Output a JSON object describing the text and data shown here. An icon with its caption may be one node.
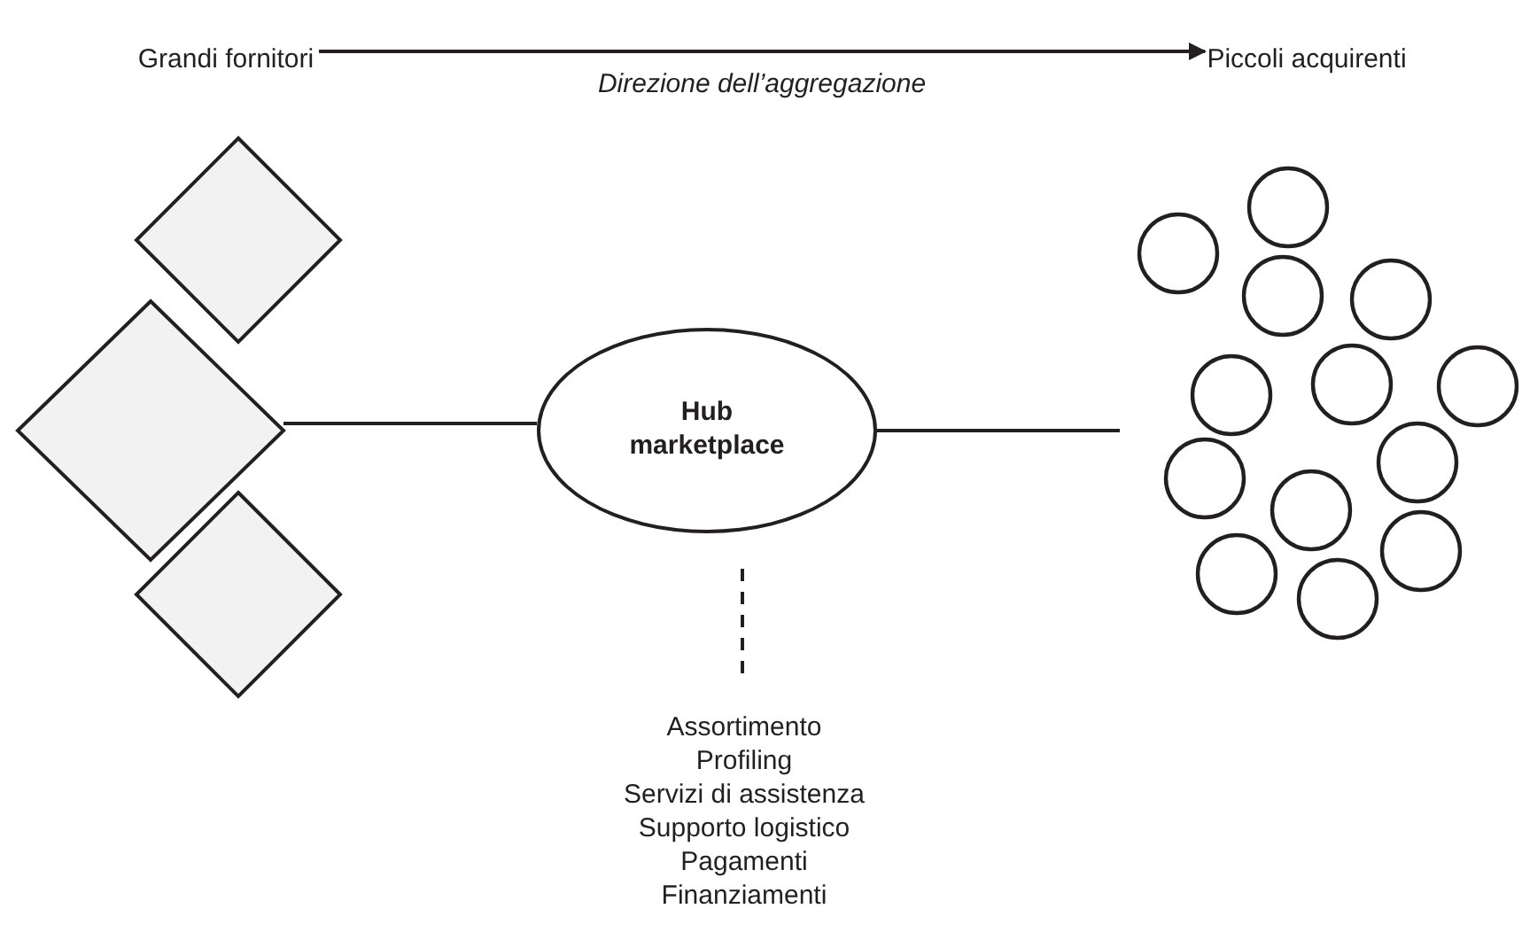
{
  "diagram": {
    "nodes": [
      {
        "text": [
          "Grandi fornitori"
        ]
      },
      {
        "text": [
          "Piccoli acquirenti"
        ]
      },
      {
        "text": [],
        "shape": "diamond"
      },
      {
        "text": [],
        "shape": "diamond"
      },
      {
        "text": [],
        "shape": "diamond"
      },
      {
        "text": [
          "Hub marketplace"
        ]
      },
      {
        "text": [],
        "shape": "circle"
      },
      {
        "text": [],
        "shape": "circle"
      },
      {
        "text": [],
        "shape": "circle"
      },
      {
        "text": [],
        "shape": "circle"
      },
      {
        "text": [],
        "shape": "circle"
      },
      {
        "text": [],
        "shape": "circle"
      },
      {
        "text": [],
        "shape": "circle"
      },
      {
        "text": [],
        "shape": "circle"
      },
      {
        "text": [],
        "shape": "circle"
      },
      {
        "text": [],
        "shape": "circle"
      },
      {
        "text": [],
        "shape": "circle"
      },
      {
        "text": [],
        "shape": "circle"
      },
      {
        "text": [],
        "shape": "circle"
      },
      {
        "text": [
          "Assortimento",
          "Profiling",
          "Servizi di assistenza",
          "Supporto logistico",
          "Pagamenti",
          "Finanziamenti"
        ]
      }
    ],
    "edges": [
      {
        "from": 0,
        "to": 1,
        "arrow": "to",
        "label": "Direzione dell’aggregazione"
      },
      {
        "from": 3,
        "to": 5,
        "arrow": "none"
      },
      {
        "from": 5,
        "to": null,
        "arrow": "none"
      },
      {
        "from": 5,
        "to": 19,
        "arrow": "none",
        "style": "dashed"
      }
    ]
  }
}
